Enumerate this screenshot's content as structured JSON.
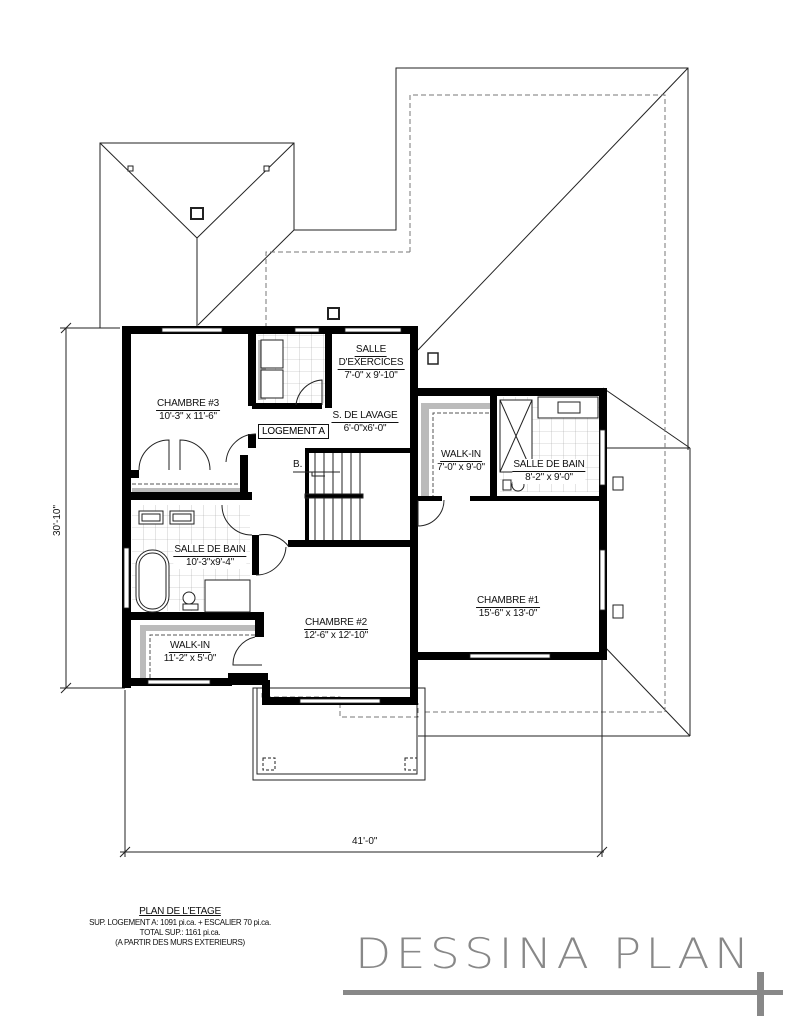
{
  "plan": {
    "title": "PLAN DE L'ETAGE",
    "area_line_1": "SUP. LOGEMENT A: 1091 pi.ca. + ESCALIER 70 pi.ca.",
    "area_line_2": "TOTAL SUP.: 1161 pi.ca.",
    "area_line_3": "(A PARTIR DES MURS EXTERIEURS)"
  },
  "dimensions": {
    "overall_width": "41'-0\"",
    "overall_depth": "30'-10\""
  },
  "unit_tag": "LOGEMENT A",
  "stair_mark": "B.",
  "rooms": [
    {
      "id": "chambre-3",
      "name": "CHAMBRE #3",
      "size": "10'-3\" x 11'-6\""
    },
    {
      "id": "salle-exercices",
      "name_line_1": "SALLE",
      "name": "D'EXERCICES",
      "size": "7'-0\" x 9'-10\""
    },
    {
      "id": "s-de-lavage",
      "name": "S. DE LAVAGE",
      "size": "6'-0\"x6'-0\""
    },
    {
      "id": "walk-in-1",
      "name": "WALK-IN",
      "size": "7'-0\" x 9'-0\""
    },
    {
      "id": "salle-de-bain-1",
      "name": "SALLE DE BAIN",
      "size": "8'-2\" x 9'-0\""
    },
    {
      "id": "salle-de-bain-2",
      "name": "SALLE DE BAIN",
      "size": "10'-3\"x9'-4\""
    },
    {
      "id": "chambre-2",
      "name": "CHAMBRE #2",
      "size": "12'-6\" x 12'-10\""
    },
    {
      "id": "chambre-1",
      "name": "CHAMBRE #1",
      "size": "15'-6\" x 13'-0\""
    },
    {
      "id": "walk-in-2",
      "name": "WALK-IN",
      "size": "11'-2\" x 5'-0\""
    }
  ],
  "brand": {
    "name": "DESSINA PLAN",
    "color": "#888888"
  },
  "colors": {
    "wall": "#000000",
    "line": "#222222",
    "dashed": "#777777",
    "shelf": "#bbbbbb"
  }
}
